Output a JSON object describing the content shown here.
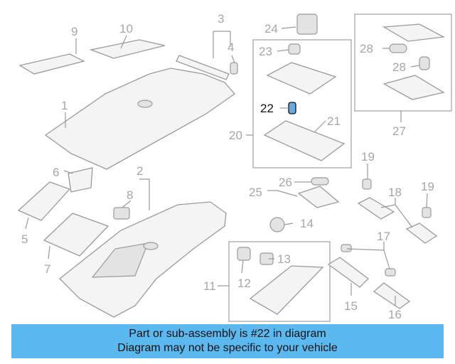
{
  "callouts": [
    "1",
    "2",
    "3",
    "4",
    "5",
    "6",
    "7",
    "8",
    "9",
    "10",
    "11",
    "12",
    "13",
    "14",
    "15",
    "16",
    "17",
    "18",
    "19",
    "19",
    "20",
    "21",
    "22",
    "23",
    "24",
    "25",
    "26",
    "27",
    "28",
    "28"
  ],
  "highlighted_part": "22",
  "colors": {
    "banner": "#5bb9ef",
    "line_art": "#9a9a9a",
    "highlight": "#111111",
    "label": "#a6a6a6"
  },
  "banner": {
    "line1": "Part or sub-assembly is #22 in diagram",
    "line2": "Diagram may not be specific to your vehicle"
  }
}
